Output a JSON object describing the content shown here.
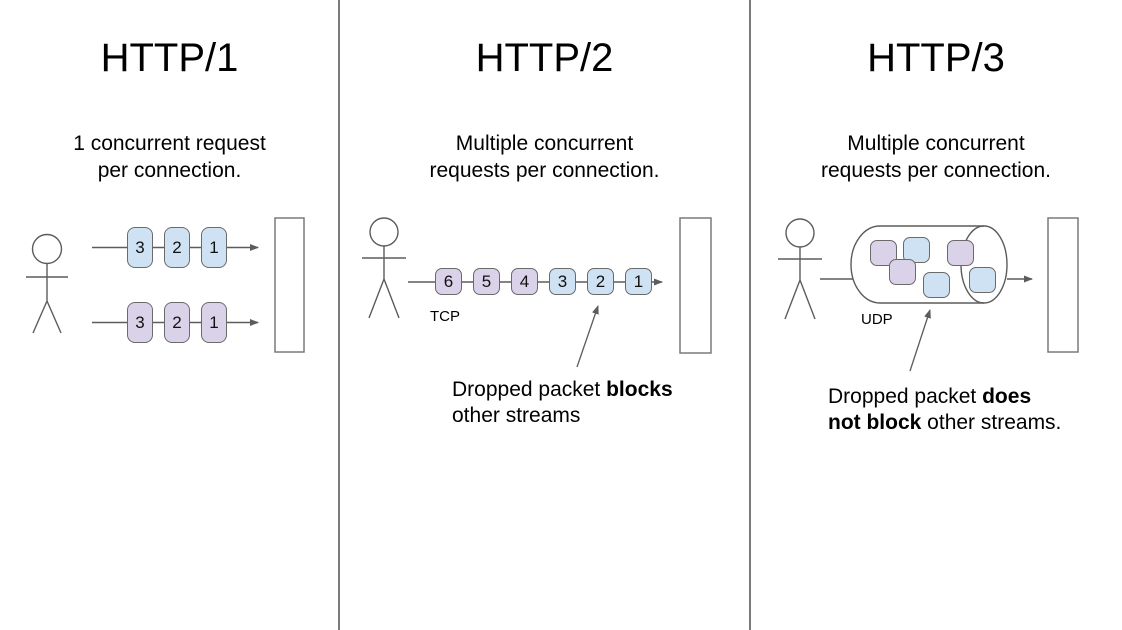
{
  "palette": {
    "packet_blue": "#cfe2f3",
    "packet_purple": "#d9d2e9",
    "line_gray": "#606060",
    "divider_gray": "#7b7b7b"
  },
  "columns": [
    {
      "title": "HTTP/1",
      "description": [
        "1 concurrent request",
        "per connection."
      ],
      "rows": [
        {
          "color": "blue",
          "packets": [
            "3",
            "2",
            "1"
          ]
        },
        {
          "color": "purple",
          "packets": [
            "3",
            "2",
            "1"
          ]
        }
      ]
    },
    {
      "title": "HTTP/2",
      "description": [
        "Multiple concurrent",
        "requests per connection."
      ],
      "protocol_label": "TCP",
      "packets": [
        {
          "label": "6",
          "color": "purple"
        },
        {
          "label": "5",
          "color": "purple"
        },
        {
          "label": "4",
          "color": "purple"
        },
        {
          "label": "3",
          "color": "blue"
        },
        {
          "label": "2",
          "color": "blue"
        },
        {
          "label": "1",
          "color": "blue"
        }
      ],
      "annotation": {
        "line1": [
          {
            "text": "Dropped packet ",
            "bold": false
          },
          {
            "text": "blocks",
            "bold": true
          }
        ],
        "line2": [
          {
            "text": "other streams",
            "bold": false
          }
        ]
      }
    },
    {
      "title": "HTTP/3",
      "description": [
        "Multiple concurrent",
        "requests per connection."
      ],
      "protocol_label": "UDP",
      "packets": [
        {
          "color": "purple"
        },
        {
          "color": "blue"
        },
        {
          "color": "purple"
        },
        {
          "color": "purple"
        },
        {
          "color": "blue"
        },
        {
          "color": "blue"
        }
      ],
      "annotation": {
        "line1": [
          {
            "text": "Dropped packet ",
            "bold": false
          },
          {
            "text": "does",
            "bold": true
          }
        ],
        "line2": [
          {
            "text": "not block",
            "bold": true
          },
          {
            "text": " other streams.",
            "bold": false
          }
        ]
      }
    }
  ]
}
